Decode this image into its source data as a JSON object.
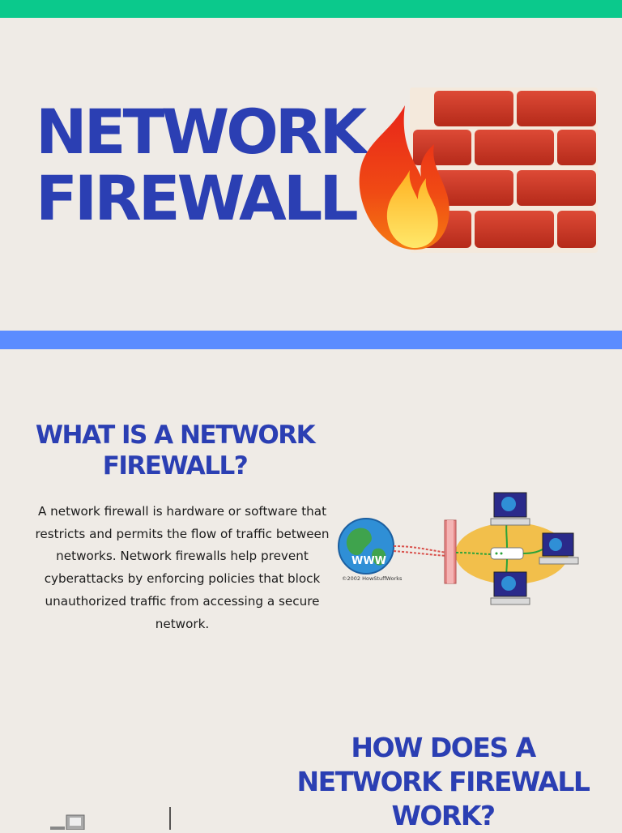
{
  "header": {
    "title_line1": "NETWORK",
    "title_line2": "FIREWALL"
  },
  "section_what": {
    "heading": "WHAT IS A NETWORK FIREWALL?",
    "body": "A network firewall is hardware or software that restricts and permits the flow of traffic between networks. Network firewalls help prevent cyberattacks by enforcing policies that block unauthorized traffic from accessing a secure network."
  },
  "section_how": {
    "heading": "HOW DOES A NETWORK FIREWALL WORK?"
  },
  "diagram": {
    "copyright": "©2002 HowStuffWorks",
    "www_label": "WWW"
  },
  "colors": {
    "top_bar": "#0bc98c",
    "divider_bar": "#5b8cff",
    "heading": "#2b3fb3",
    "background": "#efebe6"
  },
  "icons": [
    "brick-wall-icon",
    "fire-icon",
    "globe-icon",
    "computer-icon",
    "router-icon"
  ]
}
